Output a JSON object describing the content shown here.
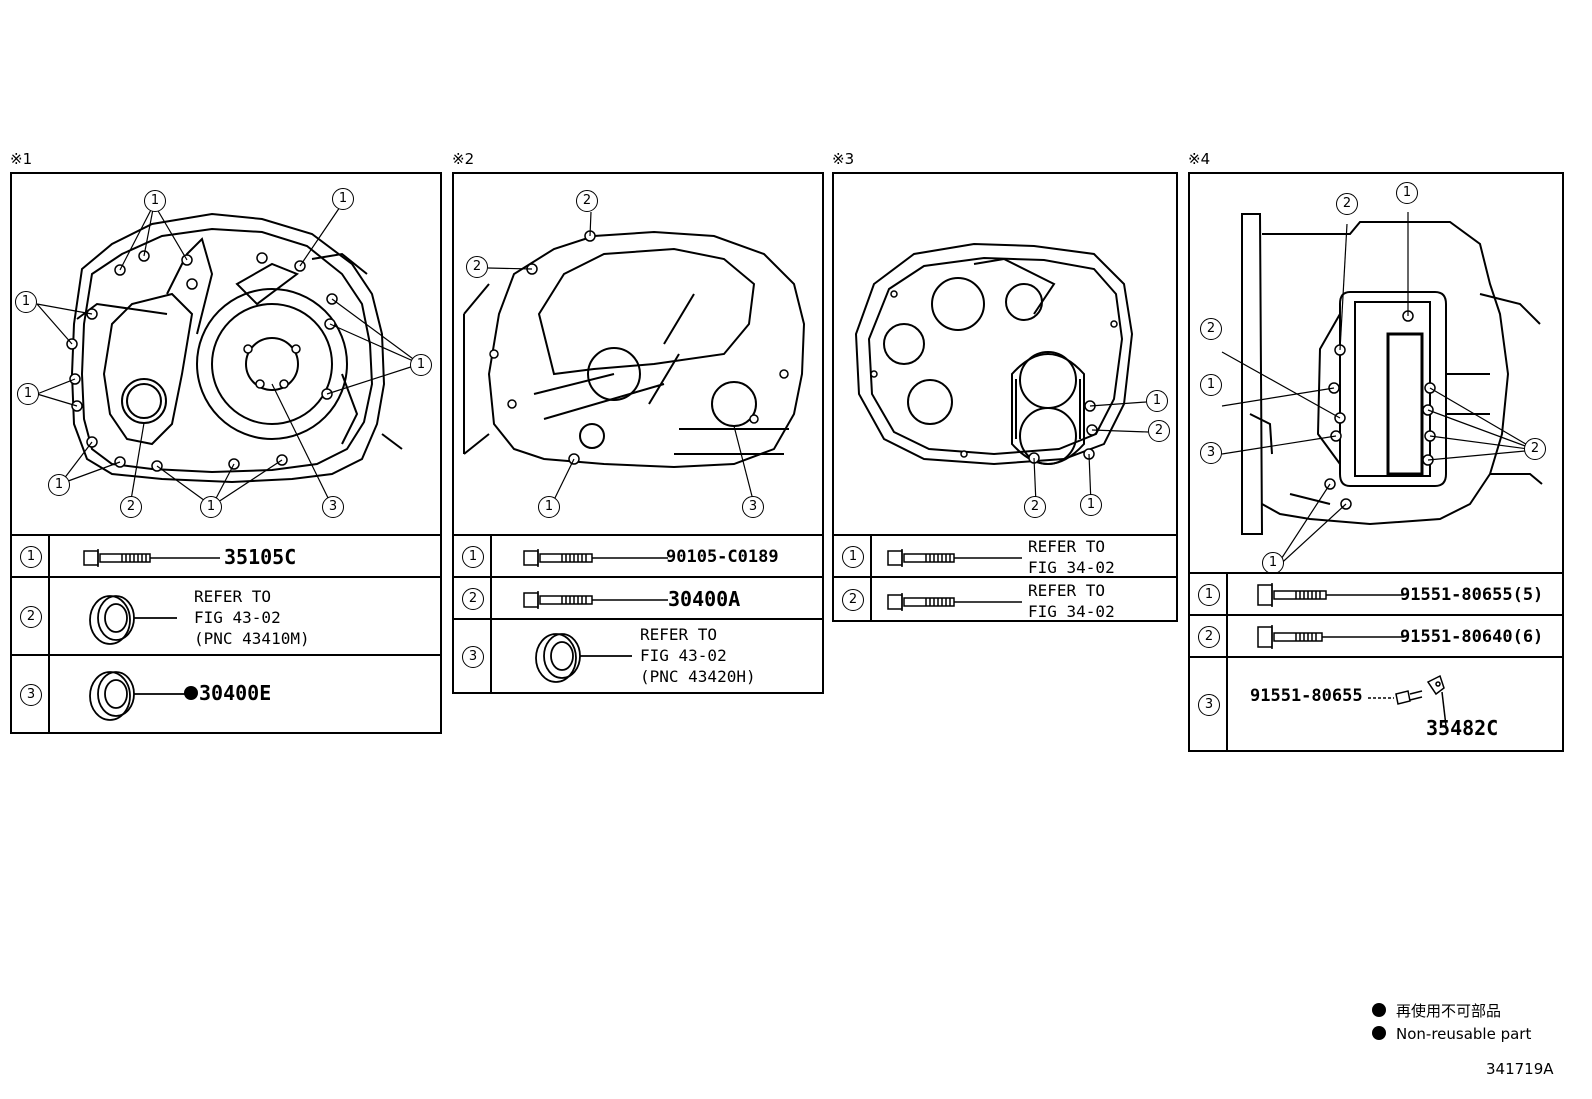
{
  "panels": [
    {
      "marker": "※1",
      "rows": [
        {
          "num": "1",
          "part": "35105C"
        },
        {
          "num": "2",
          "note": "REFER TO\nFIG 43-02\n(PNC 43410M)"
        },
        {
          "num": "3",
          "part": "30400E",
          "non_reusable": true
        }
      ],
      "callouts": [
        "1",
        "1",
        "1",
        "1",
        "1",
        "1",
        "1",
        "2",
        "3"
      ]
    },
    {
      "marker": "※2",
      "rows": [
        {
          "num": "1",
          "part": "90105-C0189"
        },
        {
          "num": "2",
          "part": "30400A"
        },
        {
          "num": "3",
          "note": "REFER TO\nFIG 43-02\n(PNC 43420H)"
        }
      ],
      "callouts": [
        "2",
        "2",
        "1",
        "3"
      ]
    },
    {
      "marker": "※3",
      "rows": [
        {
          "num": "1",
          "note": "REFER TO\nFIG 34-02"
        },
        {
          "num": "2",
          "note": "REFER TO\nFIG 34-02"
        }
      ],
      "callouts": [
        "1",
        "2",
        "2",
        "1"
      ]
    },
    {
      "marker": "※4",
      "rows": [
        {
          "num": "1",
          "part": "91551-80655(5)"
        },
        {
          "num": "2",
          "part": "91551-80640(6)"
        },
        {
          "num": "3",
          "part": "91551-80655",
          "part2": "35482C"
        }
      ],
      "callouts": [
        "2",
        "1",
        "2",
        "1",
        "3",
        "2",
        "1"
      ]
    }
  ],
  "legend": {
    "items": [
      "再使用不可部品",
      "Non-reusable part"
    ]
  },
  "figure_id": "341719A"
}
